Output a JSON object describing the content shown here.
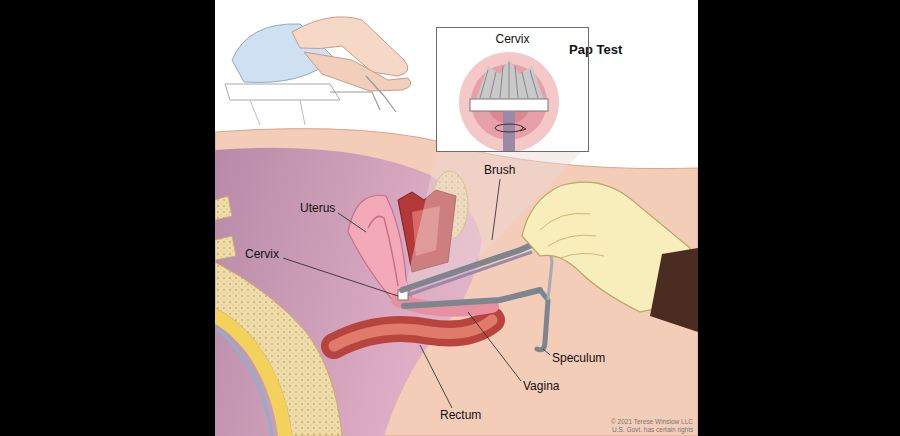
{
  "diagram": {
    "title": "Pap Test",
    "nodes": [
      {
        "text": [
          "Cervix"
        ]
      }
    ],
    "labels": [
      "Brush",
      "Uterus",
      "Cervix",
      "Speculum",
      "Vagina",
      "Rectum",
      "© 2021 Terese Winslow LLC",
      "U.S. Govt. has certain rights"
    ]
  }
}
